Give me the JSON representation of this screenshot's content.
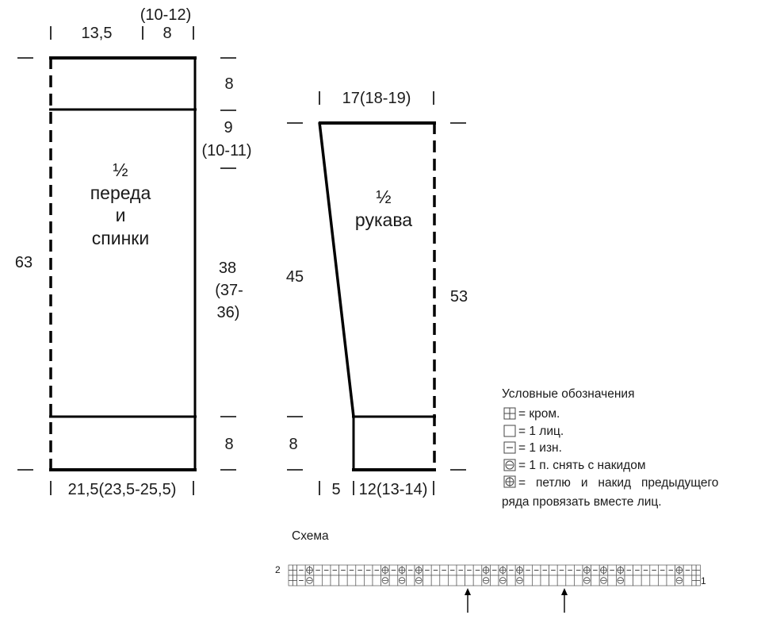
{
  "body_piece": {
    "title": [
      "½",
      "переда",
      "и",
      "спинки"
    ],
    "top_width_1": "13,5",
    "top_width_2_top": "(10-12)",
    "top_width_2": "8",
    "height_total": "63",
    "segment_top": "8",
    "segment_armhole_1": "9",
    "segment_armhole_2": "(10-11)",
    "segment_body_1": "38",
    "segment_body_2": "(37-",
    "segment_body_3": "36)",
    "segment_bottom": "8",
    "bottom_width": "21,5(23,5-25,5)"
  },
  "sleeve_piece": {
    "title": [
      "½",
      "рукава"
    ],
    "top_width": "17(18-19)",
    "height_left": "45",
    "height_right": "53",
    "cuff_height": "8",
    "bottom_width_1": "5",
    "bottom_width_2": "12(13-14)"
  },
  "legend": {
    "title": "Условные обозначения",
    "items": [
      {
        "symbol": "edge-stitch-icon",
        "text": "= кром."
      },
      {
        "symbol": "knit-stitch-icon",
        "text": "= 1 лиц."
      },
      {
        "symbol": "purl-stitch-icon",
        "text": "= 1 изн."
      },
      {
        "symbol": "slip-yo-icon",
        "text": "= 1 п. снять с накидом"
      },
      {
        "symbol": "knit-together-icon",
        "text": "=   петлю   и   накид   предыдущего"
      }
    ],
    "continuation": "ряда провязать вместе лиц."
  },
  "chart": {
    "title": "Схема",
    "row_label_top": "2",
    "row_label_bottom": "1",
    "row2": "E-p--------p-p-p-------p-p-p-------p-p-p------p-E",
    "row1": "E-s........s.s.s.......s.s.s.......s.s.s......s.E",
    "arrows": [
      "repeat-start-arrow-icon",
      "repeat-end-arrow-icon"
    ]
  }
}
